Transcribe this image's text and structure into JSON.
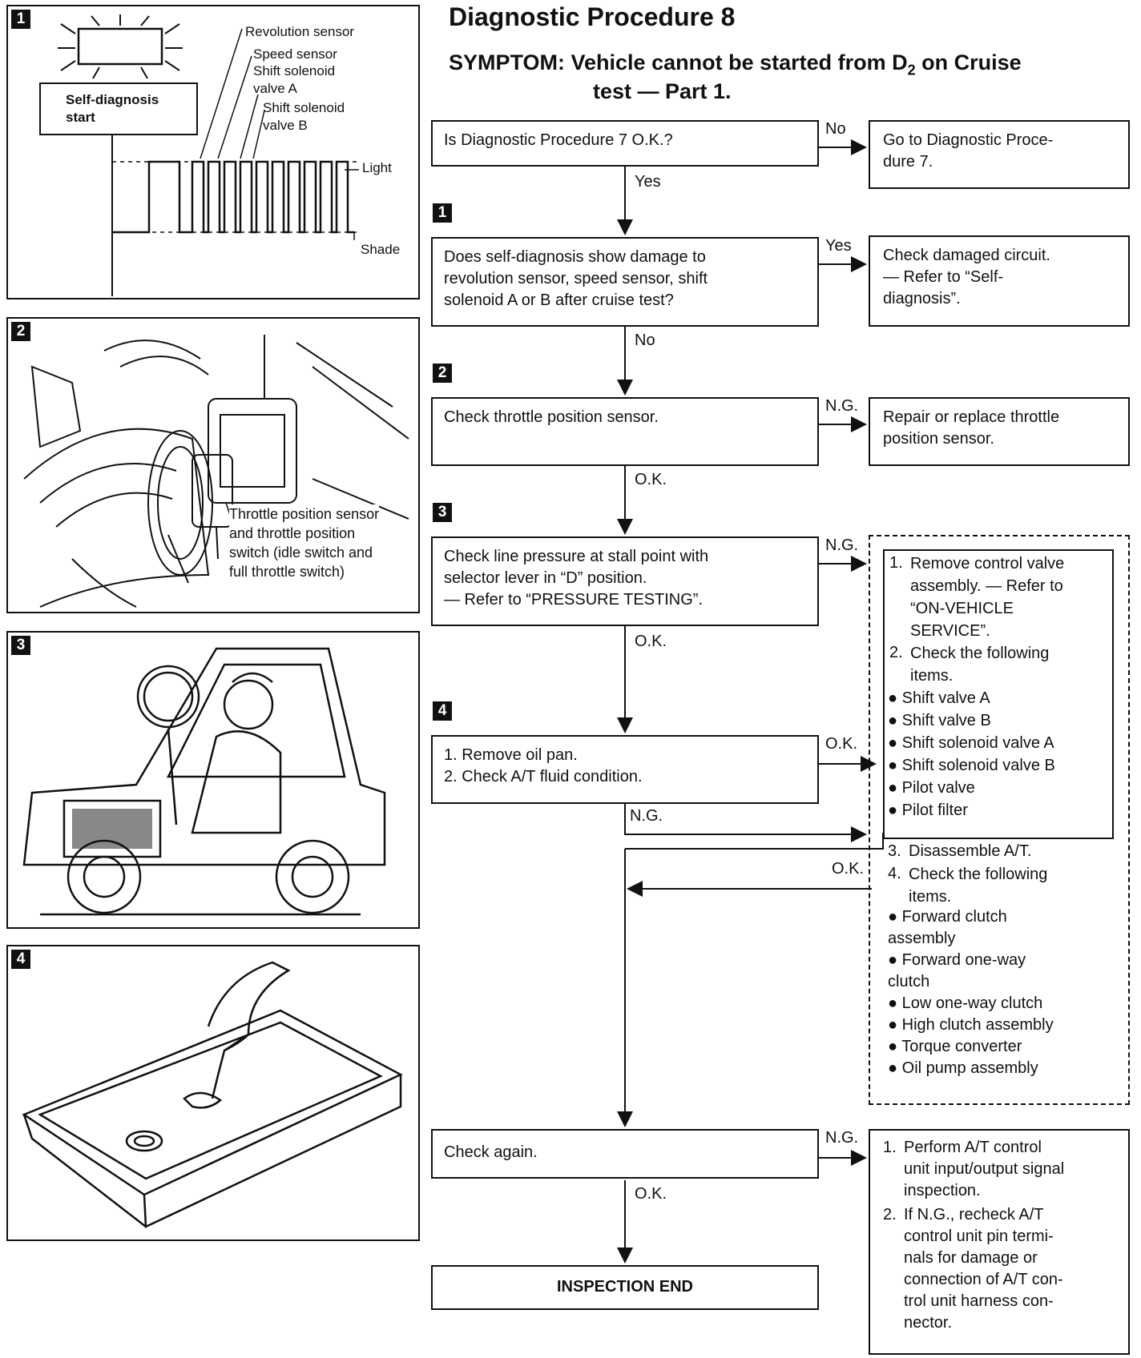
{
  "title": "Diagnostic Procedure 8",
  "symptom_line1": "SYMPTOM: Vehicle cannot be started from D",
  "symptom_sub": "2",
  "symptom_line1_end": " on Cruise",
  "symptom_line2": "test — Part 1.",
  "panels": {
    "p1": {
      "badge": "1",
      "self_diag": "Self-diagnosis\nstart",
      "rev_sensor": "Revolution sensor",
      "speed_sensor": "Speed sensor",
      "shift_sol_a": "Shift solenoid\nvalve A",
      "shift_sol_b": "Shift solenoid\nvalve B",
      "light": "Light",
      "shade": "Shade"
    },
    "p2": {
      "badge": "2",
      "caption": "Throttle position sensor\nand throttle position\nswitch (idle switch and\nfull throttle switch)"
    },
    "p3": {
      "badge": "3"
    },
    "p4": {
      "badge": "4"
    }
  },
  "flow": {
    "q1": "Is Diagnostic Procedure 7 O.K.?",
    "q1_no": "No",
    "q1_no_result": "Go to Diagnostic Proce-\ndure 7.",
    "q1_yes": "Yes",
    "step1_badge": "1",
    "q2": "Does self-diagnosis show damage to\nrevolution sensor, speed sensor, shift\nsolenoid A or B after cruise test?",
    "q2_yes": "Yes",
    "q2_yes_result": "Check damaged circuit.\n— Refer to “Self-\ndiagnosis”.",
    "q2_no": "No",
    "step2_badge": "2",
    "q3": "Check throttle position sensor.",
    "q3_ng": "N.G.",
    "q3_ng_result": "Repair or replace throttle\nposition sensor.",
    "q3_ok": "O.K.",
    "step3_badge": "3",
    "q4": "Check line pressure at stall point with\nselector lever in “D” position.\n— Refer to “PRESSURE TESTING”.",
    "q4_ng": "N.G.",
    "q4_ok": "O.K.",
    "step4_badge": "4",
    "q5": "1. Remove oil pan.\n2. Check A/T fluid condition.",
    "q5_ok": "O.K.",
    "q5_ng": "N.G.",
    "repair_ok": "O.K.",
    "repair_inner": {
      "n1": "1.",
      "t1": "Remove control valve\nassembly. — Refer to\n“ON-VEHICLE\nSERVICE”.",
      "n2": "2.",
      "t2": "Check the following\nitems.",
      "bullets": [
        "● Shift valve A",
        "● Shift valve B",
        "● Shift solenoid valve A",
        "● Shift solenoid valve B",
        "● Pilot valve",
        "● Pilot filter"
      ]
    },
    "repair_outer": {
      "n3": "3.",
      "t3": "Disassemble A/T.",
      "n4": "4.",
      "t4": "Check the following\nitems.",
      "bullets": [
        "● Forward clutch\n   assembly",
        "● Forward one-way\n   clutch",
        "● Low one-way clutch",
        "● High clutch assembly",
        "● Torque converter",
        "● Oil pump assembly"
      ]
    },
    "q6": "Check again.",
    "q6_ng": "N.G.",
    "q6_ok": "O.K.",
    "q6_ng_result": {
      "n1": "1.",
      "t1": "Perform A/T control\nunit input/output signal\ninspection.",
      "n2": "2.",
      "t2": "If N.G., recheck A/T\ncontrol unit pin termi-\nnals for damage or\nconnection of A/T con-\ntrol unit harness con-\nnector."
    },
    "end": "INSPECTION END"
  }
}
